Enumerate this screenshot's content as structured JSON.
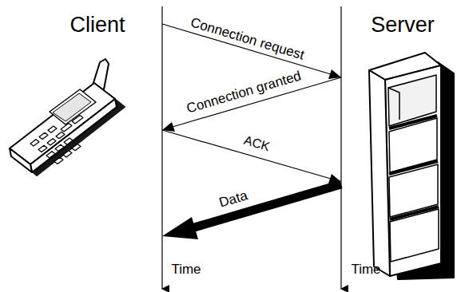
{
  "diagram": {
    "labels": [
      "Client",
      "Server",
      "Connection request",
      "Connection granted",
      "ACK",
      "Data",
      "Time",
      "Time"
    ]
  }
}
